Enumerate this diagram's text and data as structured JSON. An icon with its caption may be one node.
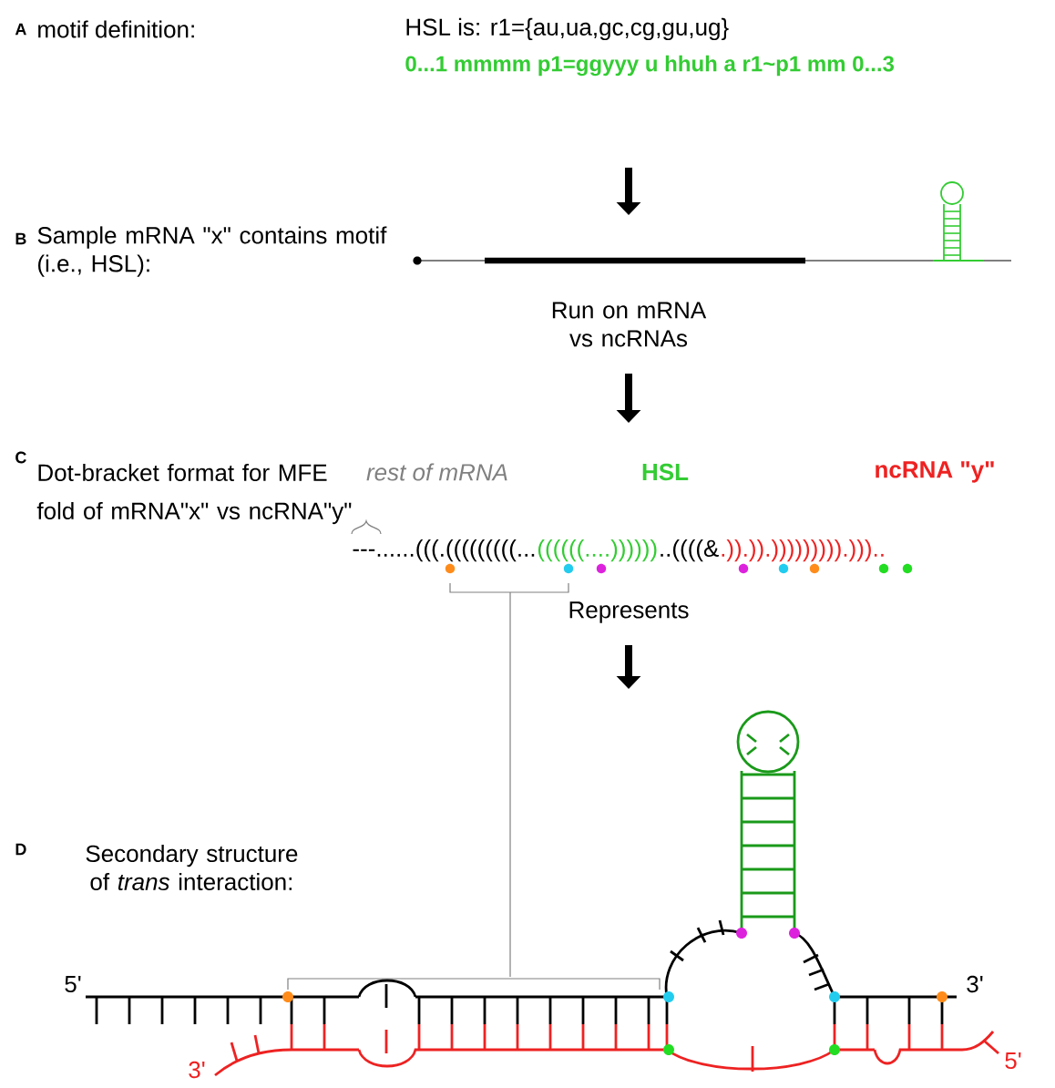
{
  "diagram": {
    "labels": [
      "A",
      "motif definition:",
      "HSL is: r1={au,ua,gc,cg,gu,ug}",
      "0...1 mmmm p1=ggyyy u hhuh a r1~p1 mm 0...3",
      "B",
      "Sample mRNA \"x\" contains motif (i.e., HSL):",
      "Run on mRNA vs ncRNAs",
      "C",
      "Dot-bracket format for MFE fold of mRNA\"x\" vs ncRNA\"y\"",
      "rest of mRNA",
      "HSL",
      "ncRNA \"y\"",
      "---......(((.(((((((((...",
      "((((((....))))))",
      "..((((&",
      ".)).)).))))))))).)))..",
      "Represents",
      "D",
      "Secondary structure of *trans* interaction:",
      "5'",
      "3'",
      "3'",
      "5'"
    ]
  }
}
